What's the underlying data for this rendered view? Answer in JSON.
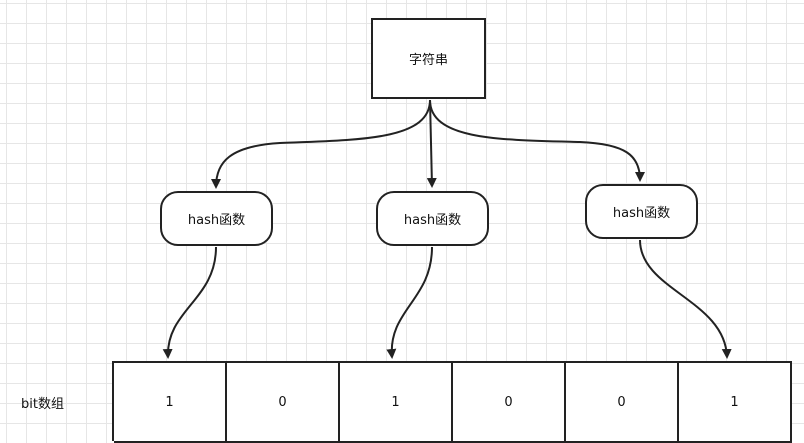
{
  "root_node": {
    "label": "字符串"
  },
  "hash_nodes": [
    {
      "label": "hash函数"
    },
    {
      "label": "hash函数"
    },
    {
      "label": "hash函数"
    }
  ],
  "bit_array": {
    "label": "bit数组",
    "cells": [
      "1",
      "0",
      "1",
      "0",
      "0",
      "1"
    ]
  },
  "connections": [
    {
      "from": "字符串",
      "to": "hash函数 #1"
    },
    {
      "from": "字符串",
      "to": "hash函数 #2"
    },
    {
      "from": "字符串",
      "to": "hash函数 #3"
    },
    {
      "from": "hash函数 #1",
      "to": "bit cell 1"
    },
    {
      "from": "hash函数 #2",
      "to": "bit cell 3"
    },
    {
      "from": "hash函数 #3",
      "to": "bit cell 6"
    }
  ],
  "colors": {
    "stroke": "#222222",
    "grid": "#e6e6e6",
    "background": "#ffffff"
  }
}
